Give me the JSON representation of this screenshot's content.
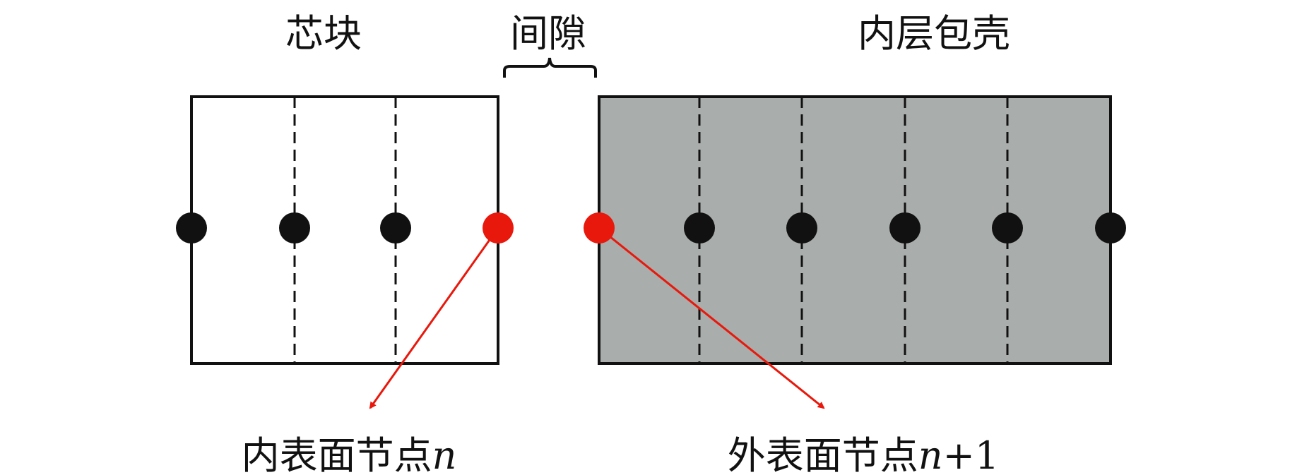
{
  "labels": {
    "pellet": "芯块",
    "gap": "间隙",
    "inner_cladding": "内层包壳",
    "inner_surface_node": "内表面节点",
    "inner_surface_node_var": "n",
    "outer_surface_node": "外表面节点",
    "outer_surface_node_var": "n",
    "outer_surface_node_suffix": "+1"
  },
  "colors": {
    "cladding_fill": "#a9adab",
    "node": "#111111",
    "surface_node": "#e8180c",
    "arrow": "#e8180c"
  },
  "nodes": {
    "pellet_count": 4,
    "cladding_count": 6
  }
}
